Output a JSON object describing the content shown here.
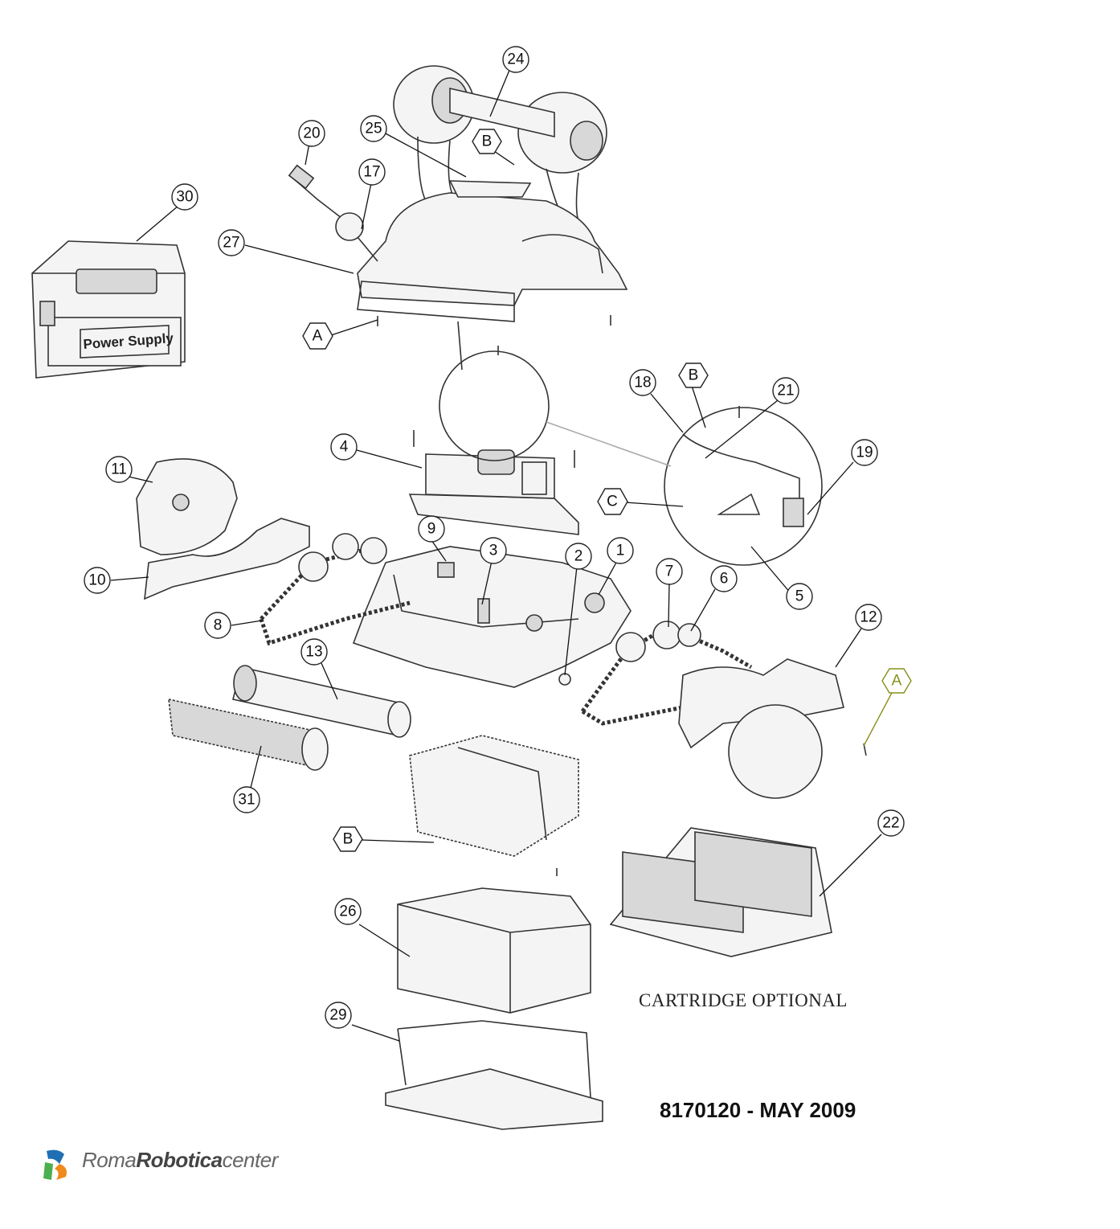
{
  "callouts": [
    {
      "label": "24"
    },
    {
      "label": "25"
    },
    {
      "label": "20"
    },
    {
      "label": "17"
    },
    {
      "label": "30"
    },
    {
      "label": "27"
    },
    {
      "label": "4"
    },
    {
      "label": "18"
    },
    {
      "label": "21"
    },
    {
      "label": "19"
    },
    {
      "label": "11"
    },
    {
      "label": "10"
    },
    {
      "label": "9"
    },
    {
      "label": "3"
    },
    {
      "label": "2"
    },
    {
      "label": "1"
    },
    {
      "label": "7"
    },
    {
      "label": "6"
    },
    {
      "label": "5"
    },
    {
      "label": "8"
    },
    {
      "label": "12"
    },
    {
      "label": "13"
    },
    {
      "label": "31"
    },
    {
      "label": "22"
    },
    {
      "label": "26"
    },
    {
      "label": "29"
    }
  ],
  "fasteners": [
    {
      "label": "B"
    },
    {
      "label": "A"
    },
    {
      "label": "B"
    },
    {
      "label": "C"
    },
    {
      "label": "A"
    },
    {
      "label": "B"
    }
  ],
  "power_supply_label": "Power Supply",
  "caption": "CARTRIDGE OPTIONAL",
  "document_number": "8170120 - MAY 2009",
  "brand": {
    "part1": "Roma",
    "part2": "Robotica",
    "part3": "center"
  },
  "colors": {
    "highlight_hex": "#8a8f1a",
    "logo_blue": "#1f6fb5",
    "logo_orange": "#f08a1c",
    "logo_green": "#4caf50"
  }
}
